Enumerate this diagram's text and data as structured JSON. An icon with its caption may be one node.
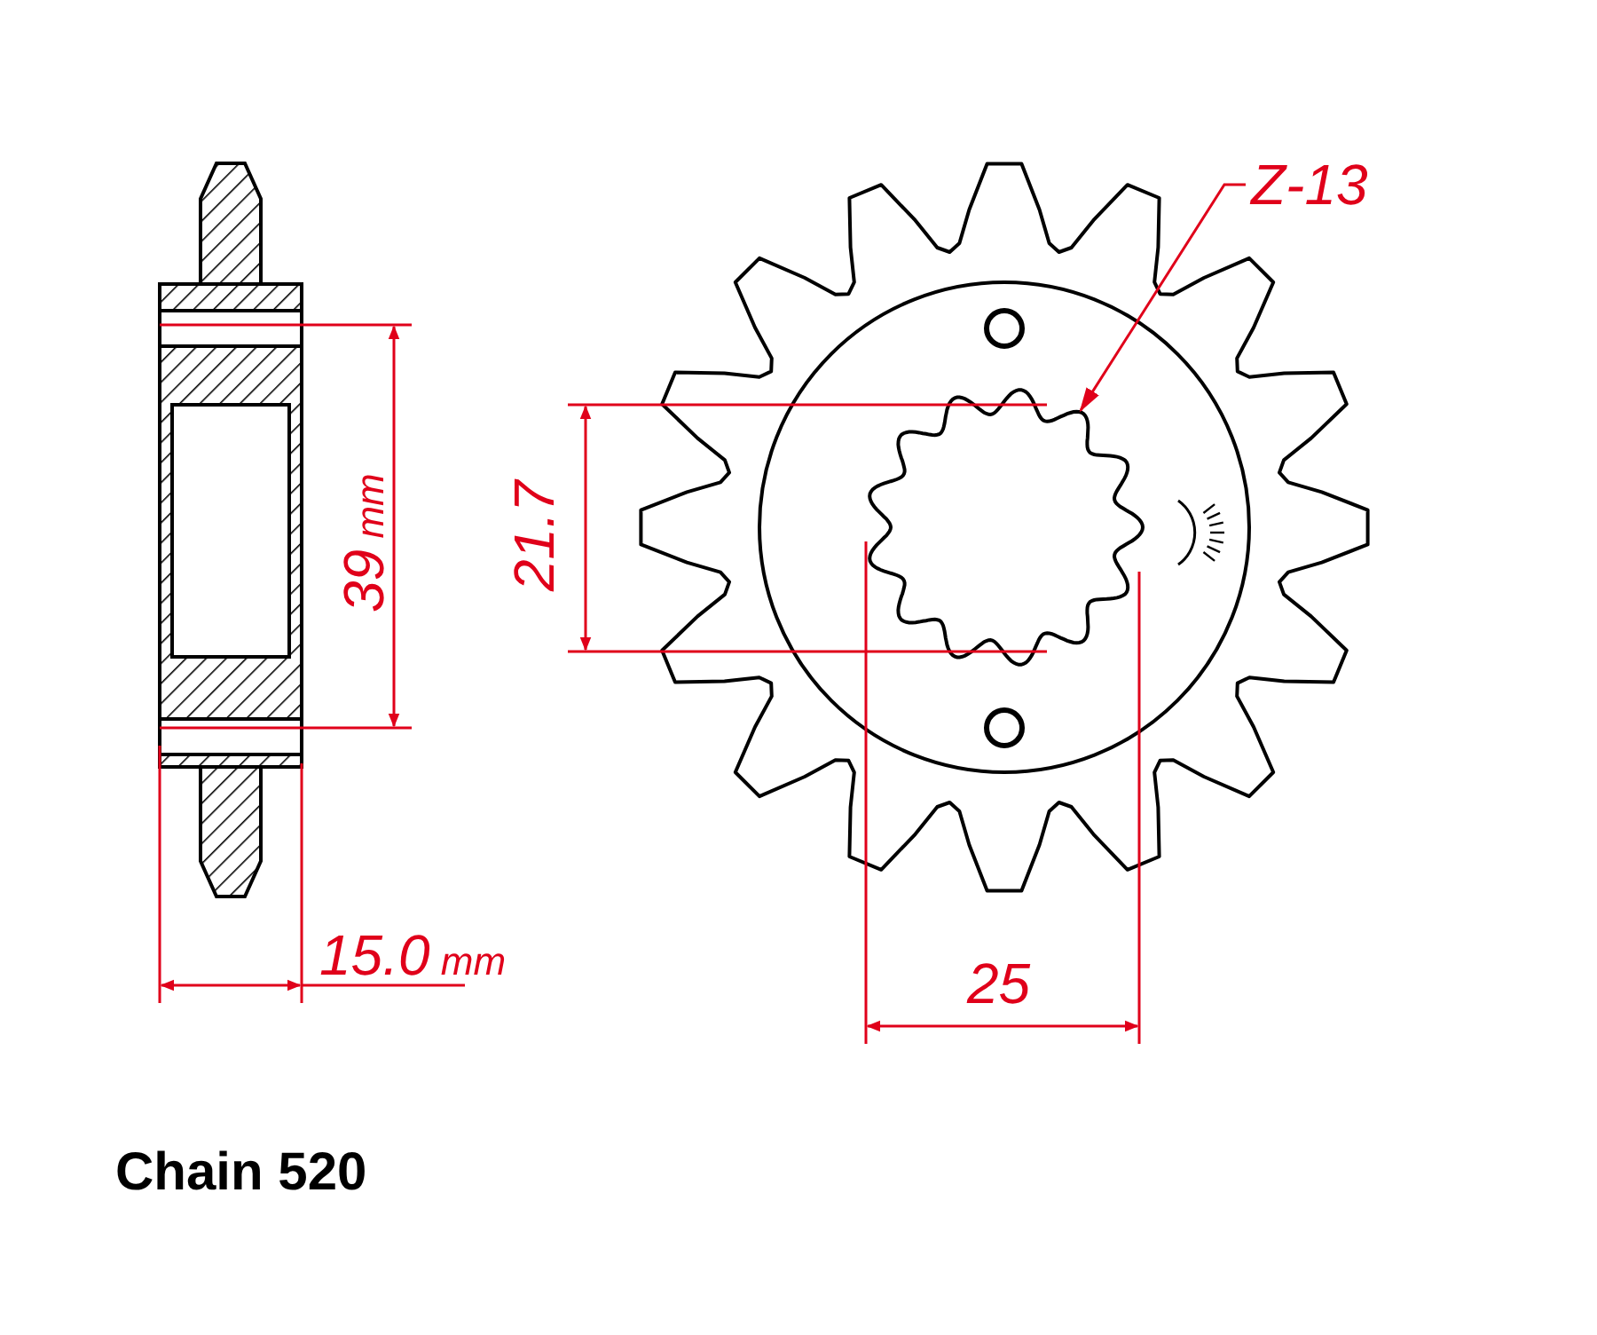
{
  "diagram": {
    "nodes": [
      {
        "text": [
          "Z-13"
        ]
      },
      {
        "text": [],
        "shape": "picture"
      }
    ],
    "edges": [
      {
        "from": 0,
        "to": 1,
        "arrow": "to"
      }
    ],
    "labels": [
      "39 mm",
      "21.7",
      "15.0 mm",
      "25",
      "Chain 520"
    ]
  }
}
